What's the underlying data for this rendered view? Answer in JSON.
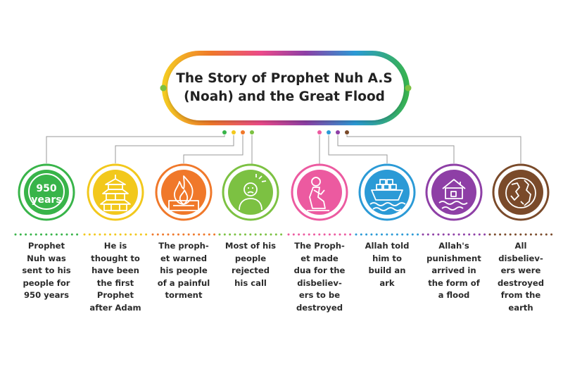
{
  "title": {
    "line1": "The Story of Prophet Nuh A.S",
    "line2": "(Noah) and the Great Flood"
  },
  "palette": {
    "green": "#38b449",
    "yellow": "#f2c81c",
    "orange": "#f0782a",
    "lime": "#7cc142",
    "pink": "#ec5aa0",
    "blue": "#2b9ad6",
    "purple": "#8e3fa6",
    "brown": "#7a4a2a"
  },
  "steps": [
    {
      "icon": "years-badge-icon",
      "badge_number": "950",
      "badge_unit": "years",
      "color": "#38b449",
      "caption": [
        "Prophet",
        "Nuh was",
        "sent to his",
        "people for",
        "950 years"
      ]
    },
    {
      "icon": "pagoda-building-icon",
      "color": "#f2c81c",
      "caption": [
        "He is",
        "thought to",
        "have been",
        "the first",
        "Prophet",
        "after Adam"
      ]
    },
    {
      "icon": "fire-torment-icon",
      "color": "#f0782a",
      "caption": [
        "The proph-",
        "et warned",
        "his people",
        "of a painful",
        "torment"
      ]
    },
    {
      "icon": "rejecting-person-icon",
      "color": "#7cc142",
      "caption": [
        "Most of his",
        "people",
        "rejected",
        "his call"
      ]
    },
    {
      "icon": "praying-person-icon",
      "color": "#ec5aa0",
      "caption": [
        "The Proph-",
        "et made",
        "dua for the",
        "disbeliev-",
        "ers to be",
        "destroyed"
      ]
    },
    {
      "icon": "ark-ship-icon",
      "color": "#2b9ad6",
      "caption": [
        "Allah told",
        "him to",
        "build an",
        "ark"
      ]
    },
    {
      "icon": "flooded-house-icon",
      "color": "#8e3fa6",
      "caption": [
        "Allah's",
        "punishment",
        "arrived in",
        "the form of",
        "a flood"
      ]
    },
    {
      "icon": "earth-globe-icon",
      "color": "#7a4a2a",
      "caption": [
        "All",
        "disbeliev-",
        "ers were",
        "destroyed",
        "from the",
        "earth"
      ]
    }
  ]
}
